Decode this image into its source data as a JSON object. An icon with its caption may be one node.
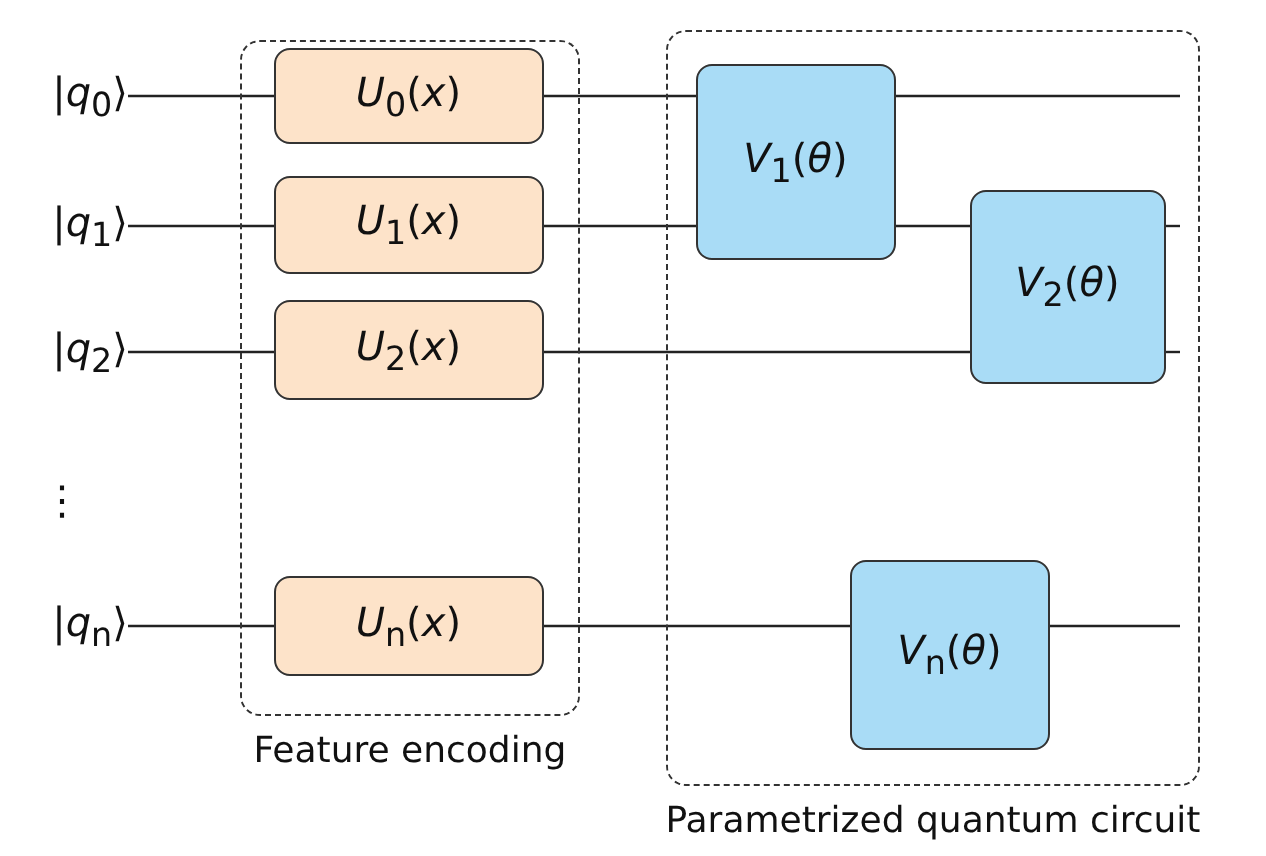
{
  "diagram": {
    "nodes": [
      {
        "text": [
          "|*q*$_{0}$⟩"
        ]
      },
      {
        "text": [
          "|*q*$_{1}$⟩"
        ]
      },
      {
        "text": [
          "|*q*$_{2}$⟩"
        ]
      },
      {
        "text": [
          "|*q*$_{n}$⟩"
        ]
      },
      {
        "text": [
          "Feature encoding"
        ]
      },
      {
        "text": [
          "*U*$_{0}$(*x*)"
        ],
        "in": 4
      },
      {
        "text": [
          "*U*$_{1}$(*x*)"
        ],
        "in": 4
      },
      {
        "text": [
          "*U*$_{2}$(*x*)"
        ],
        "in": 4
      },
      {
        "text": [
          "*U*$_{n}$(*x*)"
        ],
        "in": 4
      },
      {
        "text": [
          "Parametrized quantum circuit"
        ]
      },
      {
        "text": [
          "*V*$_{1}$(*θ*)"
        ],
        "in": 9
      },
      {
        "text": [
          "*V*$_{2}$(*θ*)"
        ],
        "in": 9
      },
      {
        "text": [
          "*V*$_{n}$(*θ*)"
        ],
        "in": 9
      }
    ],
    "edges": [
      {
        "from": 0,
        "to": 5,
        "arrow": "none"
      },
      {
        "from": 1,
        "to": 6,
        "arrow": "none"
      },
      {
        "from": 2,
        "to": 7,
        "arrow": "none"
      },
      {
        "from": 3,
        "to": 8,
        "arrow": "none"
      },
      {
        "from": 5,
        "to": 10,
        "arrow": "none"
      },
      {
        "from": 6,
        "to": 10,
        "arrow": "none"
      },
      {
        "from": 7,
        "to": 11,
        "arrow": "none"
      },
      {
        "from": 8,
        "to": 12,
        "arrow": "none"
      },
      {
        "from": 10,
        "to": null,
        "arrow": "none"
      },
      {
        "from": 10,
        "to": 11,
        "arrow": "none"
      },
      {
        "from": 11,
        "to": null,
        "arrow": "none"
      },
      {
        "from": 11,
        "to": null,
        "arrow": "none"
      },
      {
        "from": 12,
        "to": null,
        "arrow": "none"
      }
    ],
    "labels": [
      "⋮"
    ]
  }
}
